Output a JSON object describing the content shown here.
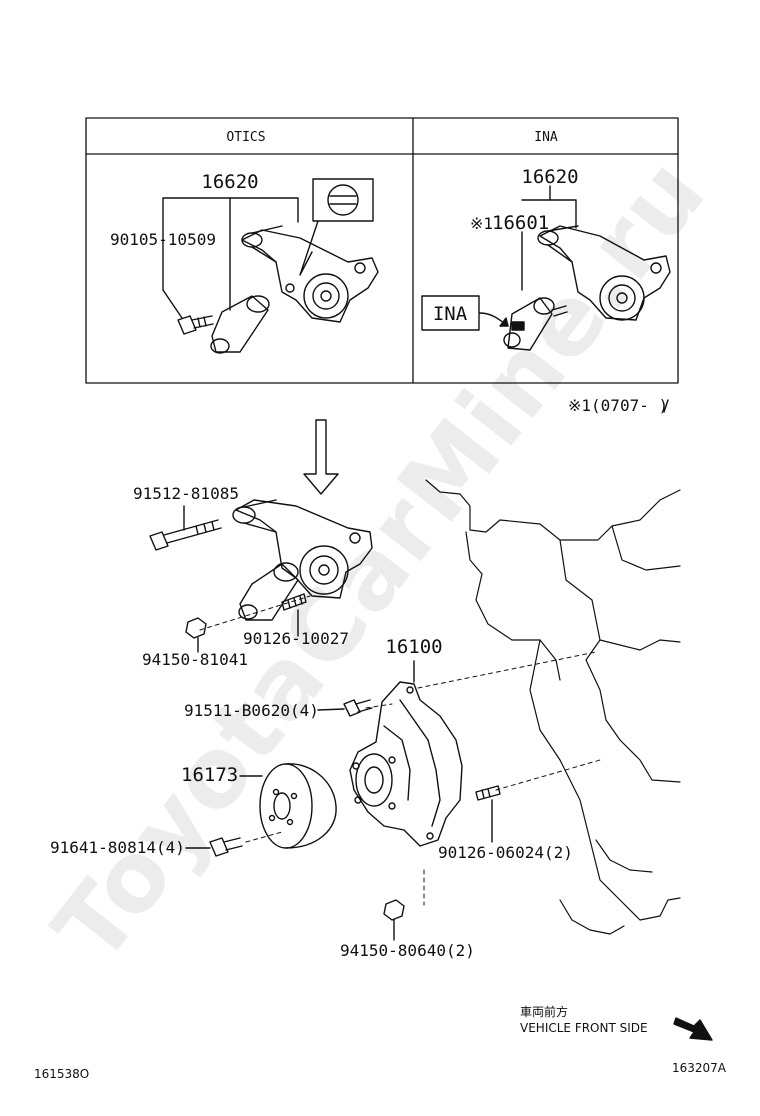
{
  "watermark": "ToyotaCarMine.ru",
  "table": {
    "col_left_header": "OTICS",
    "col_right_header": "INA",
    "left": {
      "part_main": "16620",
      "part_bolt": "90105-10509"
    },
    "right": {
      "part_main": "16620",
      "part_sub_prefix": "※1",
      "part_sub": "16601",
      "ina_tag": "INA"
    }
  },
  "footnote": "※1(0707-   )",
  "callouts": {
    "bolt_long": "91512-81085",
    "stud_tensioner": "90126-10027",
    "nut_tensioner": "94150-81041",
    "water_pump": "16100",
    "bolt_pump": "91511-B0620(4)",
    "pulley": "16173",
    "bolt_pulley": "91641-80814(4)",
    "stud_pump": "90126-06024(2)",
    "nut_pump": "94150-80640(2)"
  },
  "direction": {
    "japanese": "車両前方",
    "english": "VEHICLE FRONT SIDE"
  },
  "codes": {
    "left": "161538O",
    "right": "163207A"
  }
}
